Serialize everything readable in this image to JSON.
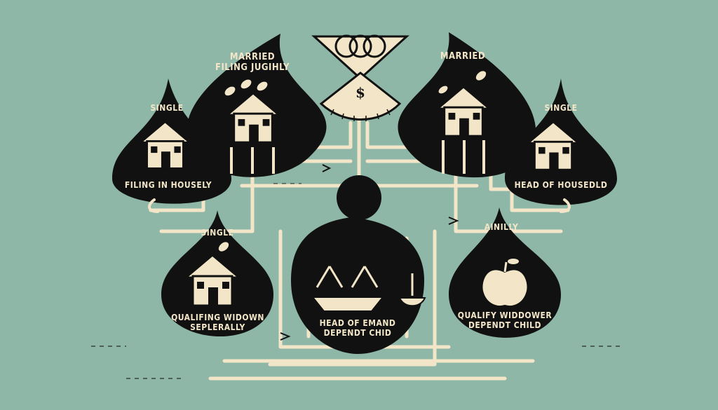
{
  "colors": {
    "background": "#8fb7a8",
    "ink": "#111111",
    "cream": "#f3e6c8"
  },
  "icons": [
    "ring-icon",
    "dollar-icon",
    "house-icon",
    "leaf-icon",
    "scale-icon",
    "apple-icon",
    "arrow-icon"
  ],
  "drops": {
    "top_left": {
      "line1": "MARRIED",
      "line2": "FILING JUGIHLY"
    },
    "top_right": {
      "line1": "MARRIED"
    },
    "mid_left": {
      "line1": "SINGLE",
      "line2": "FILING IN HOUSELY"
    },
    "mid_right": {
      "line1": "SINGLE",
      "line2": "HEAD OF HOUSEDLD"
    },
    "low_left": {
      "line1": "SINGLE",
      "line2": "QUALIFING WIDOWN",
      "line3": "SEPLERALLY"
    },
    "low_right": {
      "line1": "AINILLY",
      "line2": "QUALIFY WIDDOWER",
      "line3": "DEPENDT CHILD"
    },
    "center": {
      "line1": "HEAD OF EMAND",
      "line2": "DEPENDT CHID"
    }
  },
  "funnel": {
    "symbol": "$"
  }
}
